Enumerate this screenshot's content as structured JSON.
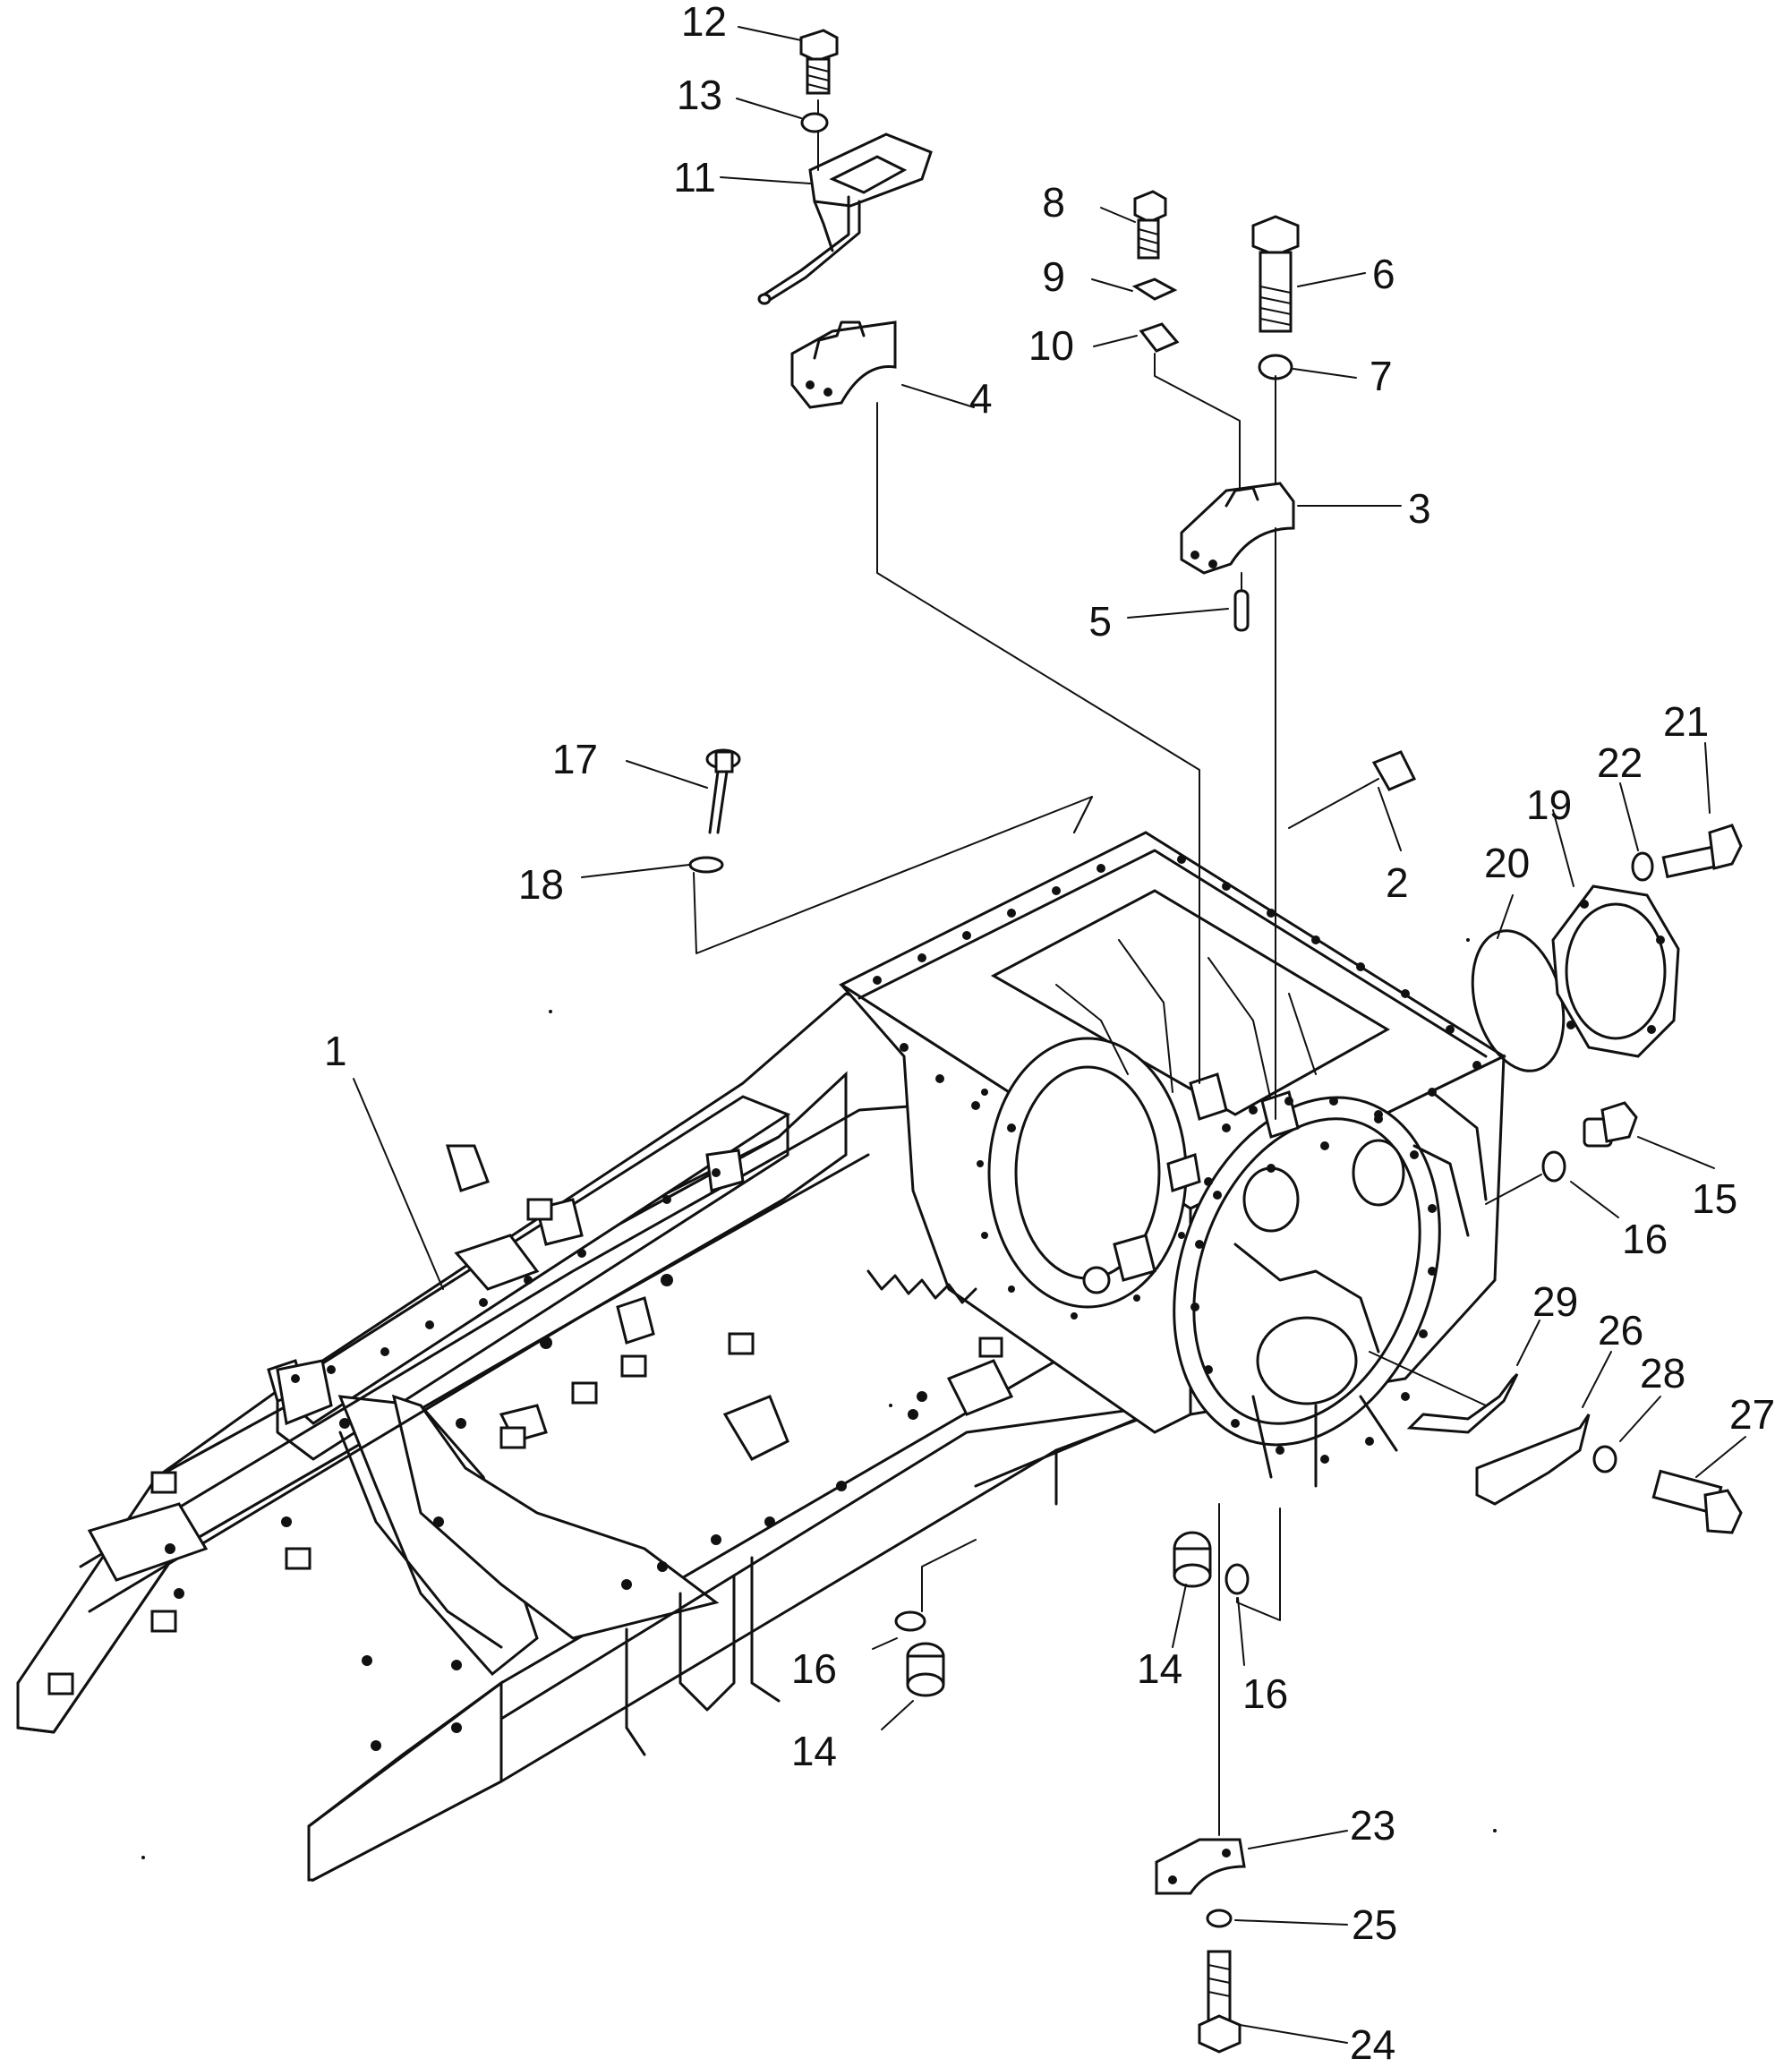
{
  "diagram": {
    "callouts": [
      {
        "id": "1",
        "label": "1"
      },
      {
        "id": "2",
        "label": "2"
      },
      {
        "id": "3",
        "label": "3"
      },
      {
        "id": "4",
        "label": "4"
      },
      {
        "id": "5",
        "label": "5"
      },
      {
        "id": "6",
        "label": "6"
      },
      {
        "id": "7",
        "label": "7"
      },
      {
        "id": "8",
        "label": "8"
      },
      {
        "id": "9",
        "label": "9"
      },
      {
        "id": "10",
        "label": "10"
      },
      {
        "id": "11",
        "label": "11"
      },
      {
        "id": "12",
        "label": "12"
      },
      {
        "id": "13",
        "label": "13"
      },
      {
        "id": "14a",
        "label": "14"
      },
      {
        "id": "14b",
        "label": "14"
      },
      {
        "id": "15",
        "label": "15"
      },
      {
        "id": "16a",
        "label": "16"
      },
      {
        "id": "16b",
        "label": "16"
      },
      {
        "id": "16c",
        "label": "16"
      },
      {
        "id": "17",
        "label": "17"
      },
      {
        "id": "18",
        "label": "18"
      },
      {
        "id": "19",
        "label": "19"
      },
      {
        "id": "20",
        "label": "20"
      },
      {
        "id": "21",
        "label": "21"
      },
      {
        "id": "22",
        "label": "22"
      },
      {
        "id": "23",
        "label": "23"
      },
      {
        "id": "24",
        "label": "24"
      },
      {
        "id": "25",
        "label": "25"
      },
      {
        "id": "26",
        "label": "26"
      },
      {
        "id": "27",
        "label": "27"
      },
      {
        "id": "28",
        "label": "28"
      },
      {
        "id": "29",
        "label": "29"
      }
    ]
  }
}
